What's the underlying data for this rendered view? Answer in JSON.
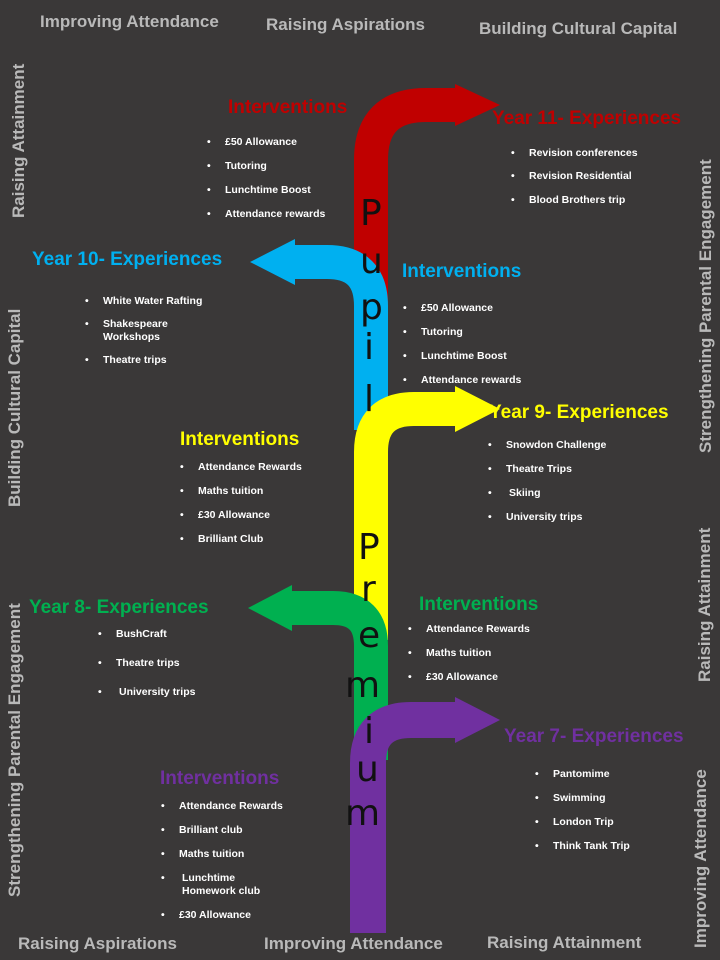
{
  "edges": {
    "top": [
      "Improving Attendance",
      "Raising Aspirations",
      "Building Cultural Capital"
    ],
    "bottom": [
      "Raising Aspirations",
      "Improving Attendance",
      "Raising Attainment"
    ],
    "left": [
      "Raising Attainment",
      "Building Cultural Capital",
      "Strengthening Parental Engagement"
    ],
    "right": [
      "Strengthening Parental Engagement",
      "Raising Attainment",
      "Improving Attendance"
    ]
  },
  "spine": {
    "letters": [
      "P",
      "u",
      "p",
      "i",
      "l",
      "P",
      "r",
      "e",
      "m",
      "i",
      "u",
      "m"
    ]
  },
  "colors": {
    "y11": "#c00000",
    "y10": "#00b0f0",
    "y9": "#ffff00",
    "y8": "#00b050",
    "y7": "#7030a0"
  },
  "y11": {
    "interventions_title": "Interventions",
    "interventions": [
      "£50 Allowance",
      "Tutoring",
      "Lunchtime Boost",
      "Attendance rewards"
    ],
    "experiences_title": "Year 11- Experiences",
    "experiences": [
      "Revision conferences",
      "Revision Residential",
      "Blood Brothers trip"
    ]
  },
  "y10": {
    "experiences_title": "Year 10- Experiences",
    "experiences": [
      "White Water Rafting",
      "Shakespeare Workshops",
      "Theatre trips"
    ],
    "interventions_title": "Interventions",
    "interventions": [
      "£50 Allowance",
      "Tutoring",
      "Lunchtime Boost",
      "Attendance rewards"
    ]
  },
  "y9": {
    "interventions_title": "Interventions",
    "interventions": [
      "Attendance Rewards",
      "Maths tuition",
      "£30 Allowance",
      "Brilliant Club"
    ],
    "experiences_title": "Year 9- Experiences",
    "experiences": [
      "Snowdon Challenge",
      "Theatre Trips",
      "Skiing",
      "University trips"
    ]
  },
  "y8": {
    "experiences_title": "Year 8- Experiences",
    "experiences": [
      "BushCraft",
      "Theatre trips",
      "University trips"
    ],
    "interventions_title": "Interventions",
    "interventions": [
      "Attendance Rewards",
      "Maths tuition",
      "£30 Allowance"
    ]
  },
  "y7": {
    "interventions_title": "Interventions",
    "interventions": [
      "Attendance Rewards",
      "Brilliant club",
      "Maths tuition",
      "Lunchtime Homework club",
      "£30 Allowance"
    ],
    "experiences_title": "Year 7- Experiences",
    "experiences": [
      "Pantomime",
      "Swimming",
      "London Trip",
      "Think Tank Trip"
    ]
  }
}
